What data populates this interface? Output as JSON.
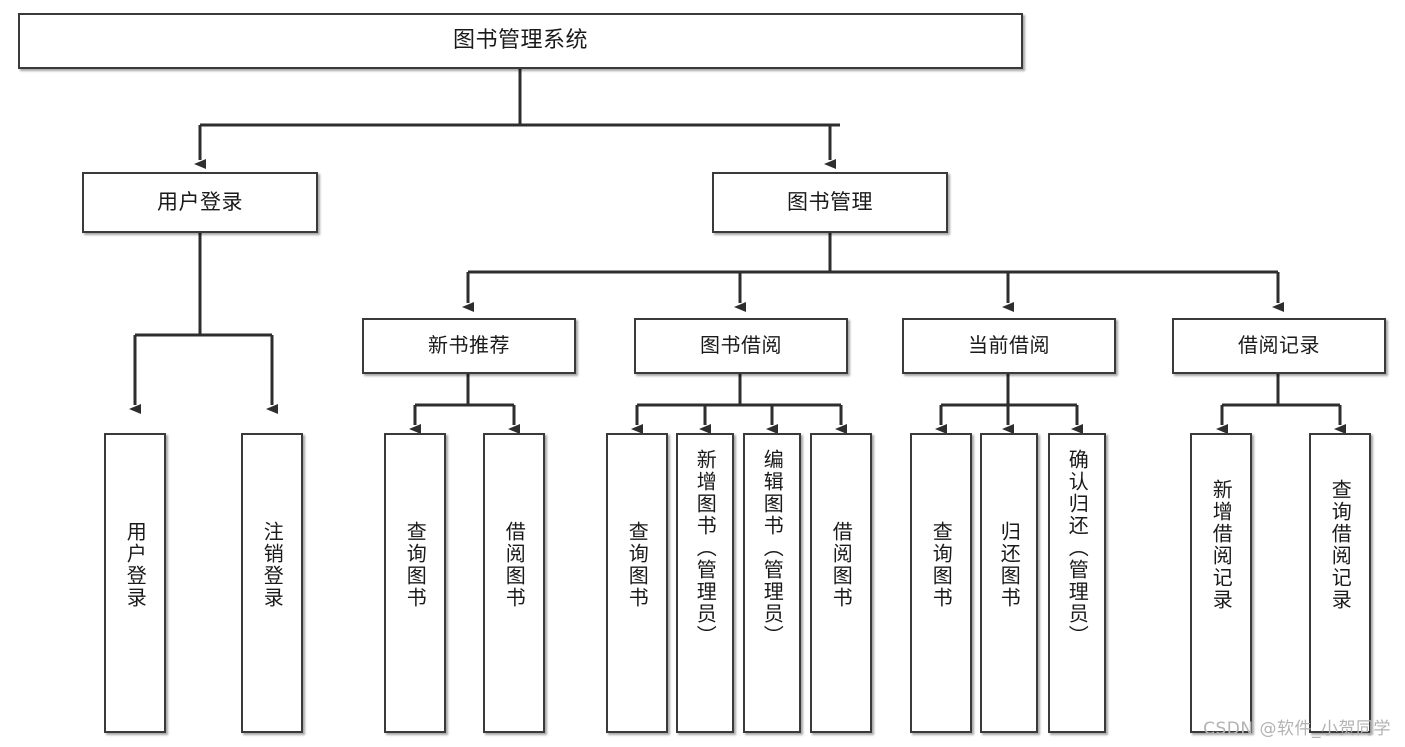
{
  "diagram": {
    "title": "图书管理系统",
    "type": "hierarchy-tree",
    "root": {
      "label": "图书管理系统"
    },
    "level2": [
      {
        "label": "用户登录"
      },
      {
        "label": "图书管理"
      }
    ],
    "level3": [
      {
        "label": "新书推荐"
      },
      {
        "label": "图书借阅"
      },
      {
        "label": "当前借阅"
      },
      {
        "label": "借阅记录"
      }
    ],
    "leaves": {
      "user_login": [
        {
          "label": "用户登录"
        },
        {
          "label": "注销登录"
        }
      ],
      "new_book_recommend": [
        {
          "label": "查询图书"
        },
        {
          "label": "借阅图书"
        }
      ],
      "book_borrow": [
        {
          "label": "查询图书"
        },
        {
          "label": "新增图书（管理员）"
        },
        {
          "label": "编辑图书（管理员）"
        },
        {
          "label": "借阅图书"
        }
      ],
      "current_borrow": [
        {
          "label": "查询图书"
        },
        {
          "label": "归还图书"
        },
        {
          "label": "确认归还（管理员）"
        }
      ],
      "borrow_record": [
        {
          "label": "新增借阅记录"
        },
        {
          "label": "查询借阅记录"
        }
      ]
    }
  },
  "watermark": {
    "text": "CSDN @软件_小贺同学"
  },
  "colors": {
    "border": "#3a3a3a",
    "background": "#ffffff",
    "text": "#1a1a1a",
    "edge": "#2e2e2e",
    "watermark": "#b3b3b3"
  }
}
